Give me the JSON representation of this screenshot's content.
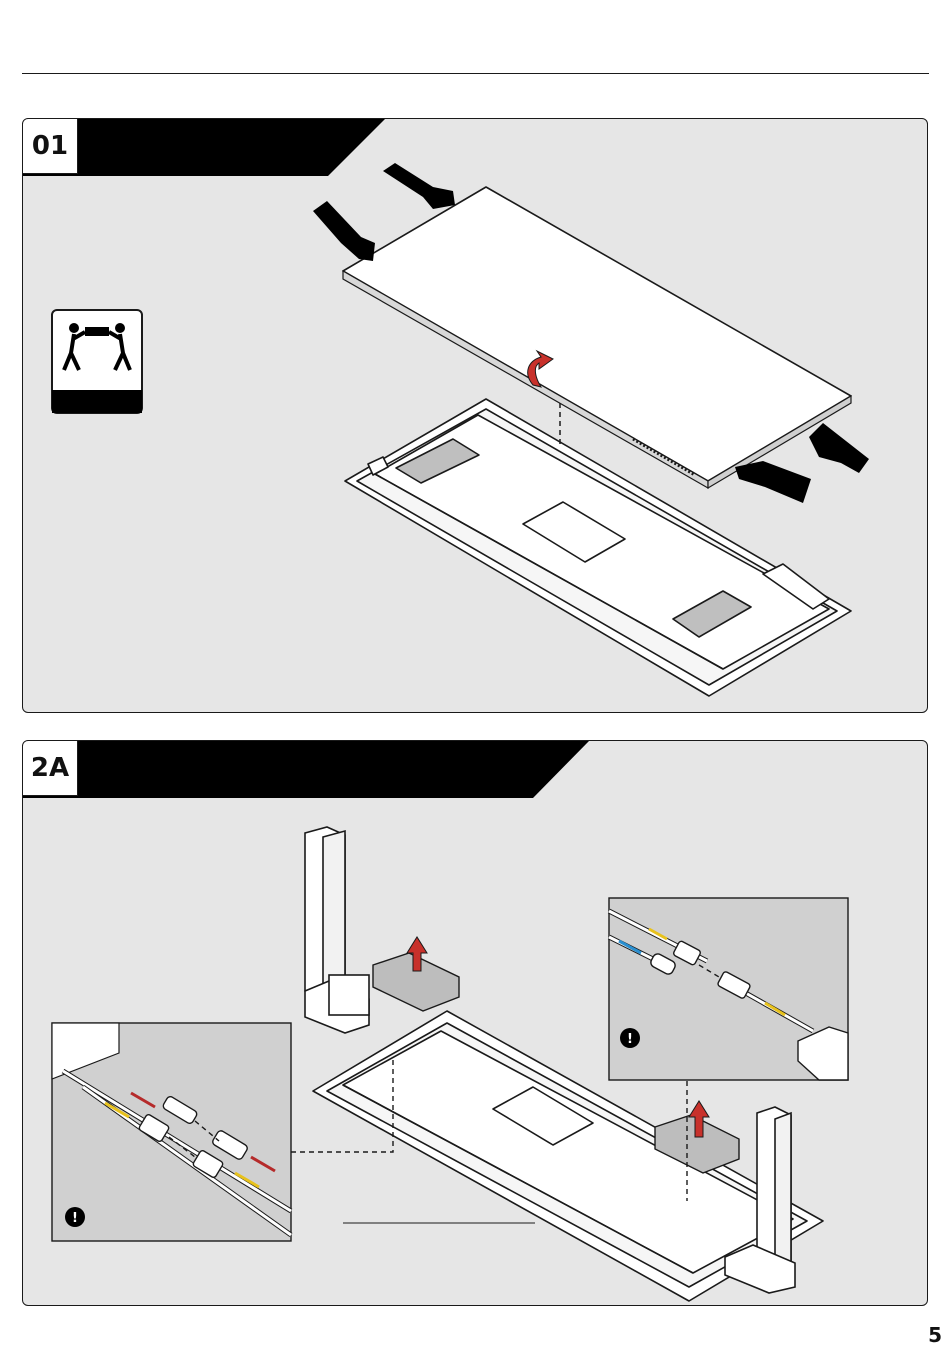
{
  "steps": [
    {
      "number": "01",
      "icon": "two-person-lift-icon"
    },
    {
      "number": "2A",
      "icon": "warning-icon"
    }
  ],
  "callout_marks": [
    "!",
    "!"
  ],
  "page": {
    "number": "5"
  },
  "colors": {
    "panel": "#e6e6e6",
    "ink": "#1a1a1a",
    "arrow_red": "#c8312b",
    "cable_red": "#b52a2a",
    "cable_yellow": "#e8c21c",
    "cable_blue": "#2a8fd0"
  }
}
